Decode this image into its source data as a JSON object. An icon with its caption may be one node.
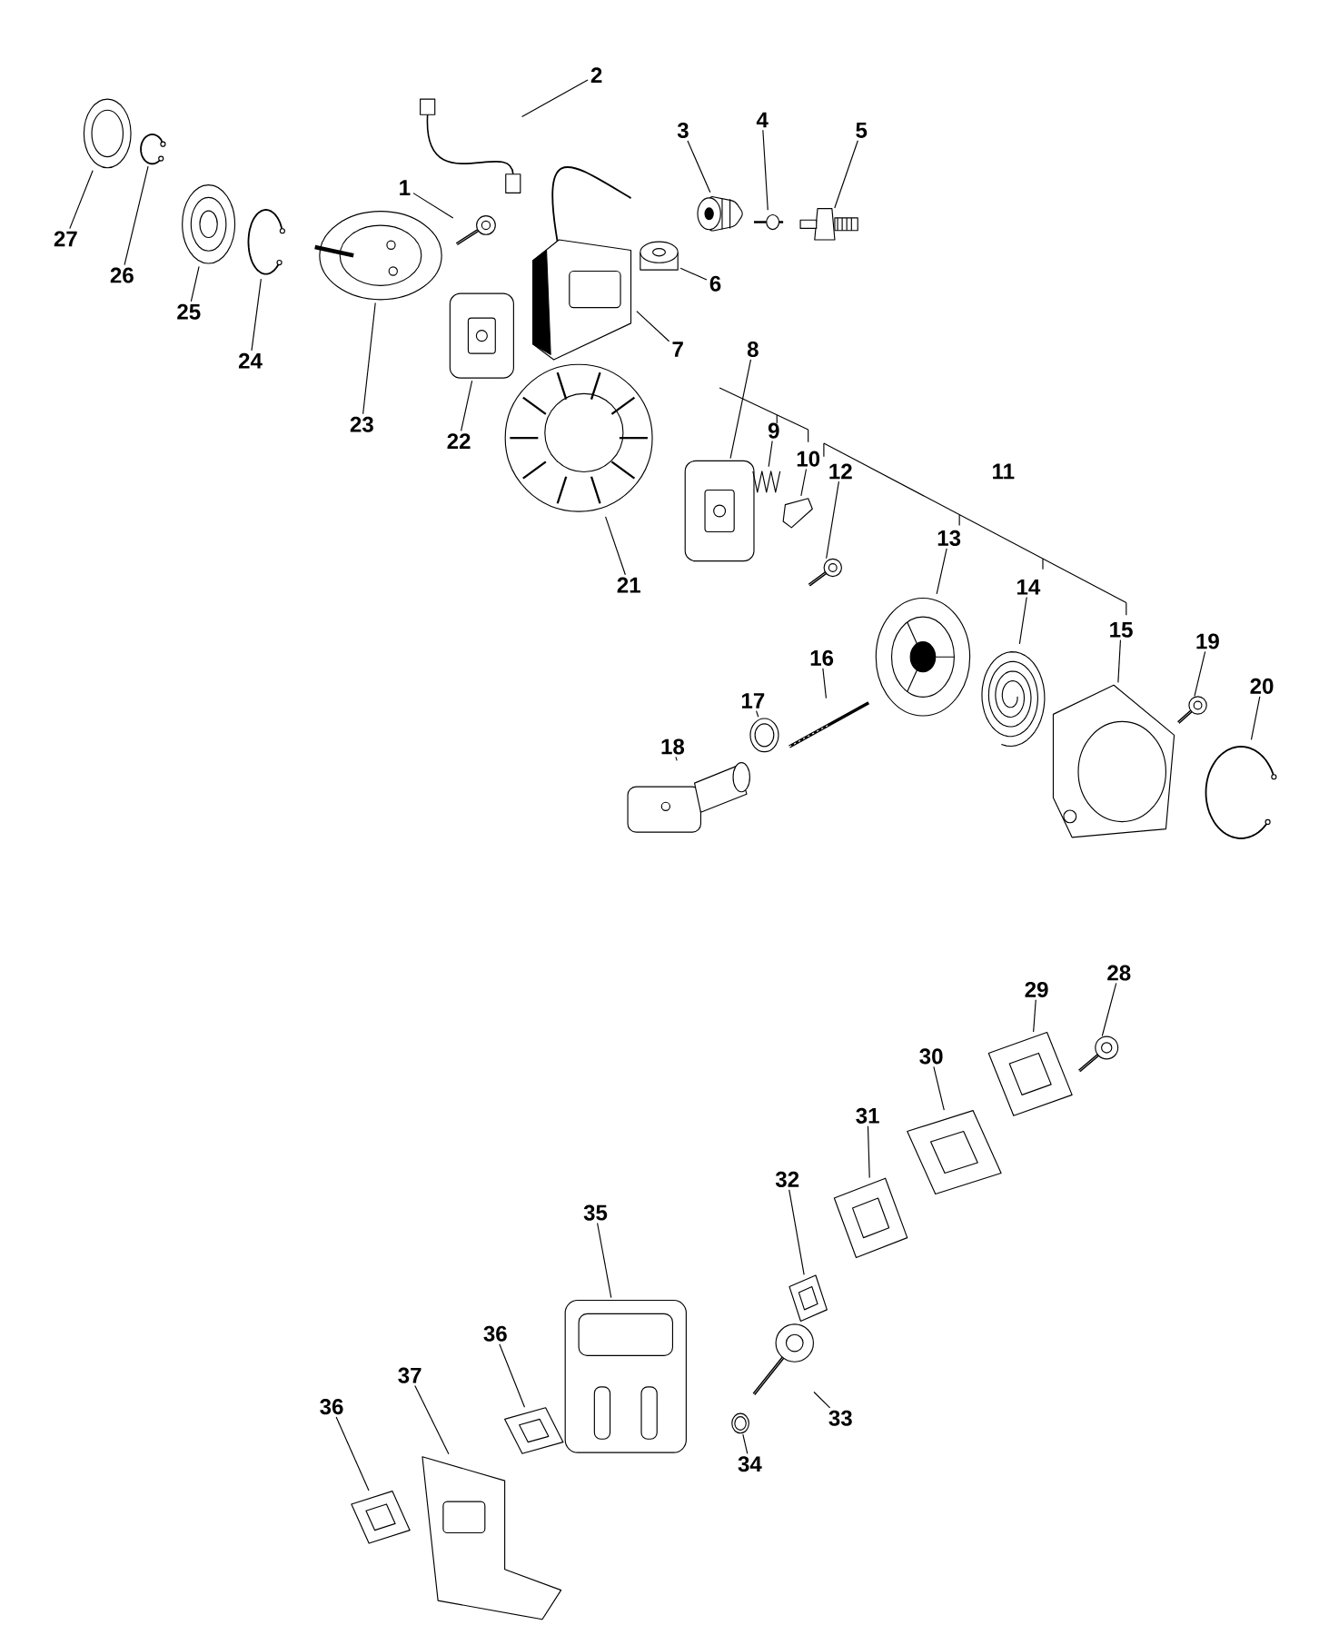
{
  "diagram": {
    "nodes": [
      {
        "text": [
          "1"
        ]
      },
      {
        "text": [],
        "shape": "picture"
      },
      {
        "text": [
          "2"
        ]
      },
      {
        "text": [],
        "shape": "picture"
      },
      {
        "text": [
          "3"
        ]
      },
      {
        "text": [],
        "shape": "picture"
      },
      {
        "text": [
          "4"
        ]
      },
      {
        "text": [],
        "shape": "picture"
      },
      {
        "text": [
          "5"
        ]
      },
      {
        "text": [],
        "shape": "picture"
      },
      {
        "text": [
          "6"
        ]
      },
      {
        "text": [],
        "shape": "picture"
      },
      {
        "text": [
          "7"
        ]
      },
      {
        "text": [],
        "shape": "picture"
      },
      {
        "text": [
          "8"
        ]
      },
      {
        "text": [],
        "shape": "picture"
      },
      {
        "text": [
          "9"
        ]
      },
      {
        "text": [],
        "shape": "picture"
      },
      {
        "text": [
          "10"
        ]
      },
      {
        "text": [],
        "shape": "picture"
      },
      {
        "text": [
          "12"
        ]
      },
      {
        "text": [],
        "shape": "picture"
      },
      {
        "text": [
          "13"
        ]
      },
      {
        "text": [],
        "shape": "picture"
      },
      {
        "text": [
          "14"
        ]
      },
      {
        "text": [],
        "shape": "picture"
      },
      {
        "text": [
          "15"
        ]
      },
      {
        "text": [],
        "shape": "picture"
      },
      {
        "text": [
          "16"
        ]
      },
      {
        "text": [],
        "shape": "picture"
      },
      {
        "text": [
          "17"
        ]
      },
      {
        "text": [],
        "shape": "picture"
      },
      {
        "text": [
          "18"
        ]
      },
      {
        "text": [],
        "shape": "picture"
      },
      {
        "text": [
          "19"
        ]
      },
      {
        "text": [],
        "shape": "picture"
      },
      {
        "text": [
          "20"
        ]
      },
      {
        "text": [],
        "shape": "picture"
      },
      {
        "text": [
          "21"
        ]
      },
      {
        "text": [],
        "shape": "picture"
      },
      {
        "text": [
          "22"
        ]
      },
      {
        "text": [],
        "shape": "picture"
      },
      {
        "text": [
          "23"
        ]
      },
      {
        "text": [],
        "shape": "picture"
      },
      {
        "text": [
          "24"
        ]
      },
      {
        "text": [],
        "shape": "picture"
      },
      {
        "text": [
          "25"
        ]
      },
      {
        "text": [],
        "shape": "picture"
      },
      {
        "text": [
          "26"
        ]
      },
      {
        "text": [],
        "shape": "picture"
      },
      {
        "text": [
          "27"
        ]
      },
      {
        "text": [],
        "shape": "picture"
      },
      {
        "text": [
          "28"
        ]
      },
      {
        "text": [],
        "shape": "picture"
      },
      {
        "text": [
          "29"
        ]
      },
      {
        "text": [],
        "shape": "picture"
      },
      {
        "text": [
          "30"
        ]
      },
      {
        "text": [],
        "shape": "picture"
      },
      {
        "text": [
          "31"
        ]
      },
      {
        "text": [],
        "shape": "picture"
      },
      {
        "text": [
          "32"
        ]
      },
      {
        "text": [],
        "shape": "picture"
      },
      {
        "text": [
          "33"
        ]
      },
      {
        "text": [],
        "shape": "picture"
      },
      {
        "text": [
          "34"
        ]
      },
      {
        "text": [],
        "shape": "picture"
      },
      {
        "text": [
          "35"
        ]
      },
      {
        "text": [],
        "shape": "picture"
      },
      {
        "text": [
          "36"
        ]
      },
      {
        "text": [],
        "shape": "picture"
      },
      {
        "text": [
          "37"
        ]
      },
      {
        "text": [],
        "shape": "picture"
      },
      {
        "text": [
          "36"
        ]
      },
      {
        "text": [],
        "shape": "picture"
      }
    ],
    "edges": [
      {
        "from": 0,
        "to": 1,
        "arrow": "none"
      },
      {
        "from": 2,
        "to": 3,
        "arrow": "none"
      },
      {
        "from": 4,
        "to": 5,
        "arrow": "none"
      },
      {
        "from": 6,
        "to": 7,
        "arrow": "none"
      },
      {
        "from": 8,
        "to": 9,
        "arrow": "none"
      },
      {
        "from": 10,
        "to": 11,
        "arrow": "none"
      },
      {
        "from": 12,
        "to": 13,
        "arrow": "none"
      },
      {
        "from": 14,
        "to": 15,
        "arrow": "none"
      },
      {
        "from": 16,
        "to": 17,
        "arrow": "none"
      },
      {
        "from": 18,
        "to": 19,
        "arrow": "none"
      },
      {
        "from": 20,
        "to": 21,
        "arrow": "none"
      },
      {
        "from": 22,
        "to": 23,
        "arrow": "none"
      },
      {
        "from": 24,
        "to": 25,
        "arrow": "none"
      },
      {
        "from": 26,
        "to": 27,
        "arrow": "none"
      },
      {
        "from": 28,
        "to": 29,
        "arrow": "none"
      },
      {
        "from": 30,
        "to": 31,
        "arrow": "none"
      },
      {
        "from": 32,
        "to": 33,
        "arrow": "none"
      },
      {
        "from": 34,
        "to": 35,
        "arrow": "none"
      },
      {
        "from": 36,
        "to": 37,
        "arrow": "none"
      },
      {
        "from": 38,
        "to": 39,
        "arrow": "none"
      },
      {
        "from": 40,
        "to": 41,
        "arrow": "none"
      },
      {
        "from": 42,
        "to": 43,
        "arrow": "none"
      },
      {
        "from": 44,
        "to": 45,
        "arrow": "none"
      },
      {
        "from": 46,
        "to": 47,
        "arrow": "none"
      },
      {
        "from": 48,
        "to": 49,
        "arrow": "none"
      },
      {
        "from": 50,
        "to": 51,
        "arrow": "none"
      },
      {
        "from": 52,
        "to": 53,
        "arrow": "none"
      },
      {
        "from": 54,
        "to": 55,
        "arrow": "none"
      },
      {
        "from": 56,
        "to": 57,
        "arrow": "none"
      },
      {
        "from": 58,
        "to": 59,
        "arrow": "none"
      },
      {
        "from": 60,
        "to": 61,
        "arrow": "none"
      },
      {
        "from": 62,
        "to": 63,
        "arrow": "none"
      },
      {
        "from": 64,
        "to": 65,
        "arrow": "none"
      },
      {
        "from": 66,
        "to": 67,
        "arrow": "none"
      },
      {
        "from": 68,
        "to": 69,
        "arrow": "none"
      },
      {
        "from": 70,
        "to": 71,
        "arrow": "none"
      },
      {
        "from": 72,
        "to": 73,
        "arrow": "none"
      }
    ],
    "labels": [
      "11"
    ]
  }
}
